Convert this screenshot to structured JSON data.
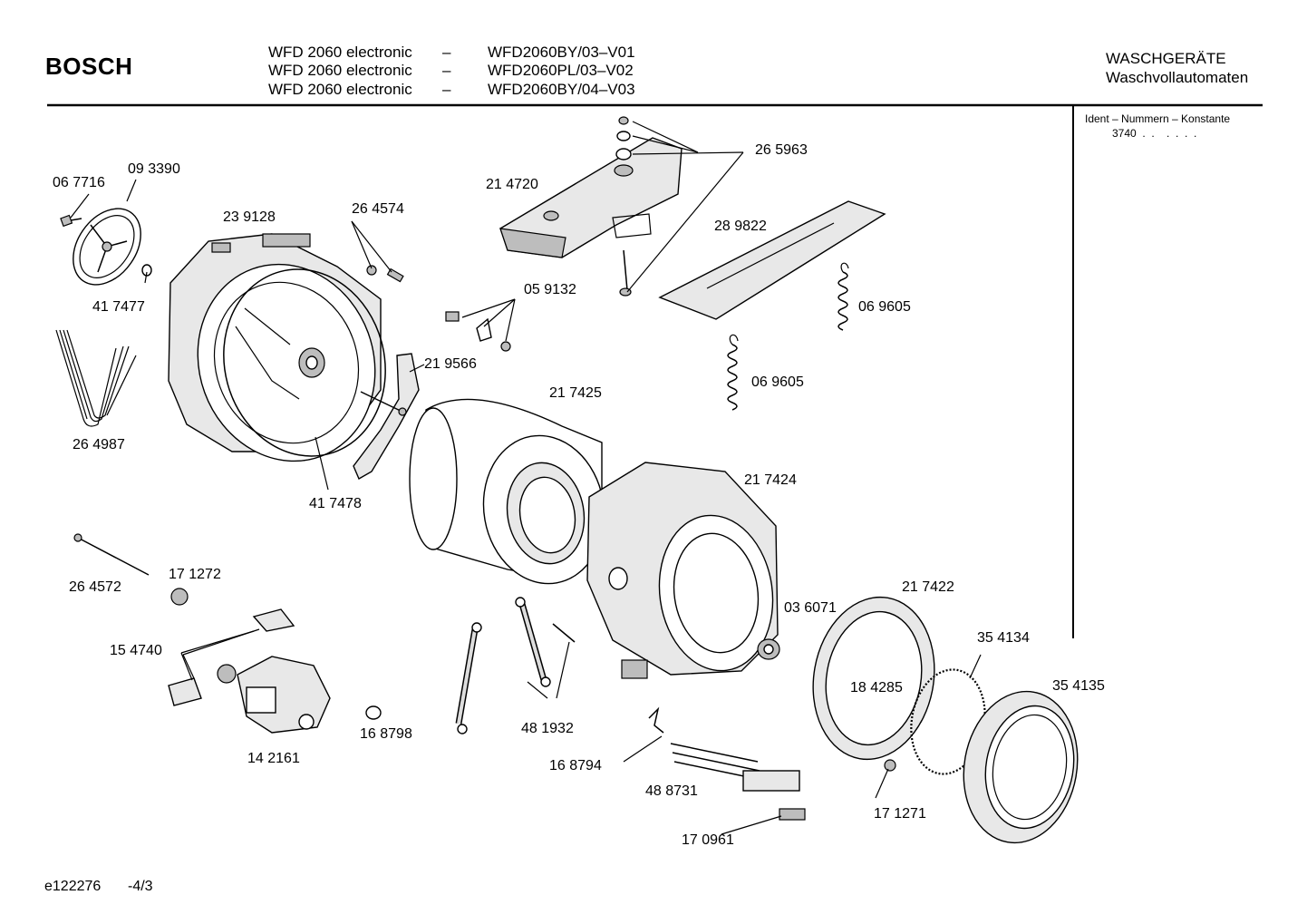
{
  "header": {
    "brand": "BOSCH",
    "models": [
      {
        "name": "WFD 2060 electronic",
        "dash": "–",
        "code": "WFD2060BY/03–V01"
      },
      {
        "name": "WFD 2060 electronic",
        "dash": "–",
        "code": "WFD2060PL/03–V02"
      },
      {
        "name": "WFD 2060 electronic",
        "dash": "–",
        "code": "WFD2060BY/04–V03"
      }
    ],
    "category_line1": "WASCHGERÄTE",
    "category_line2": "Waschvollautomaten"
  },
  "ident_box": {
    "title": "Ident – Nummern – Konstante",
    "value": "3740  .  .    .  .  .  ."
  },
  "part_numbers": {
    "p067716": "06 7716",
    "p093390": "09 3390",
    "p239128": "23 9128",
    "p264574": "26 4574",
    "p214720": "21 4720",
    "p265963": "26 5963",
    "p289822": "28 9822",
    "p417477": "41 7477",
    "p059132": "05 9132",
    "p069605a": "06 9605",
    "p069605b": "06 9605",
    "p219566": "21 9566",
    "p217425": "21 7425",
    "p264987": "26 4987",
    "p417478": "41 7478",
    "p217424": "21 7424",
    "p264572": "26 4572",
    "p171272": "17 1272",
    "p036071": "03 6071",
    "p217422": "21 7422",
    "p154740": "15 4740",
    "p354134": "35 4134",
    "p354135": "35 4135",
    "p184285": "18 4285",
    "p142161": "14 2161",
    "p168798": "16 8798",
    "p481932": "48 1932",
    "p168794": "16 8794",
    "p488731": "48 8731",
    "p171271": "17 1271",
    "p170961": "17 0961"
  },
  "footer": {
    "doc_id": "e122276",
    "page": "-4/3"
  }
}
